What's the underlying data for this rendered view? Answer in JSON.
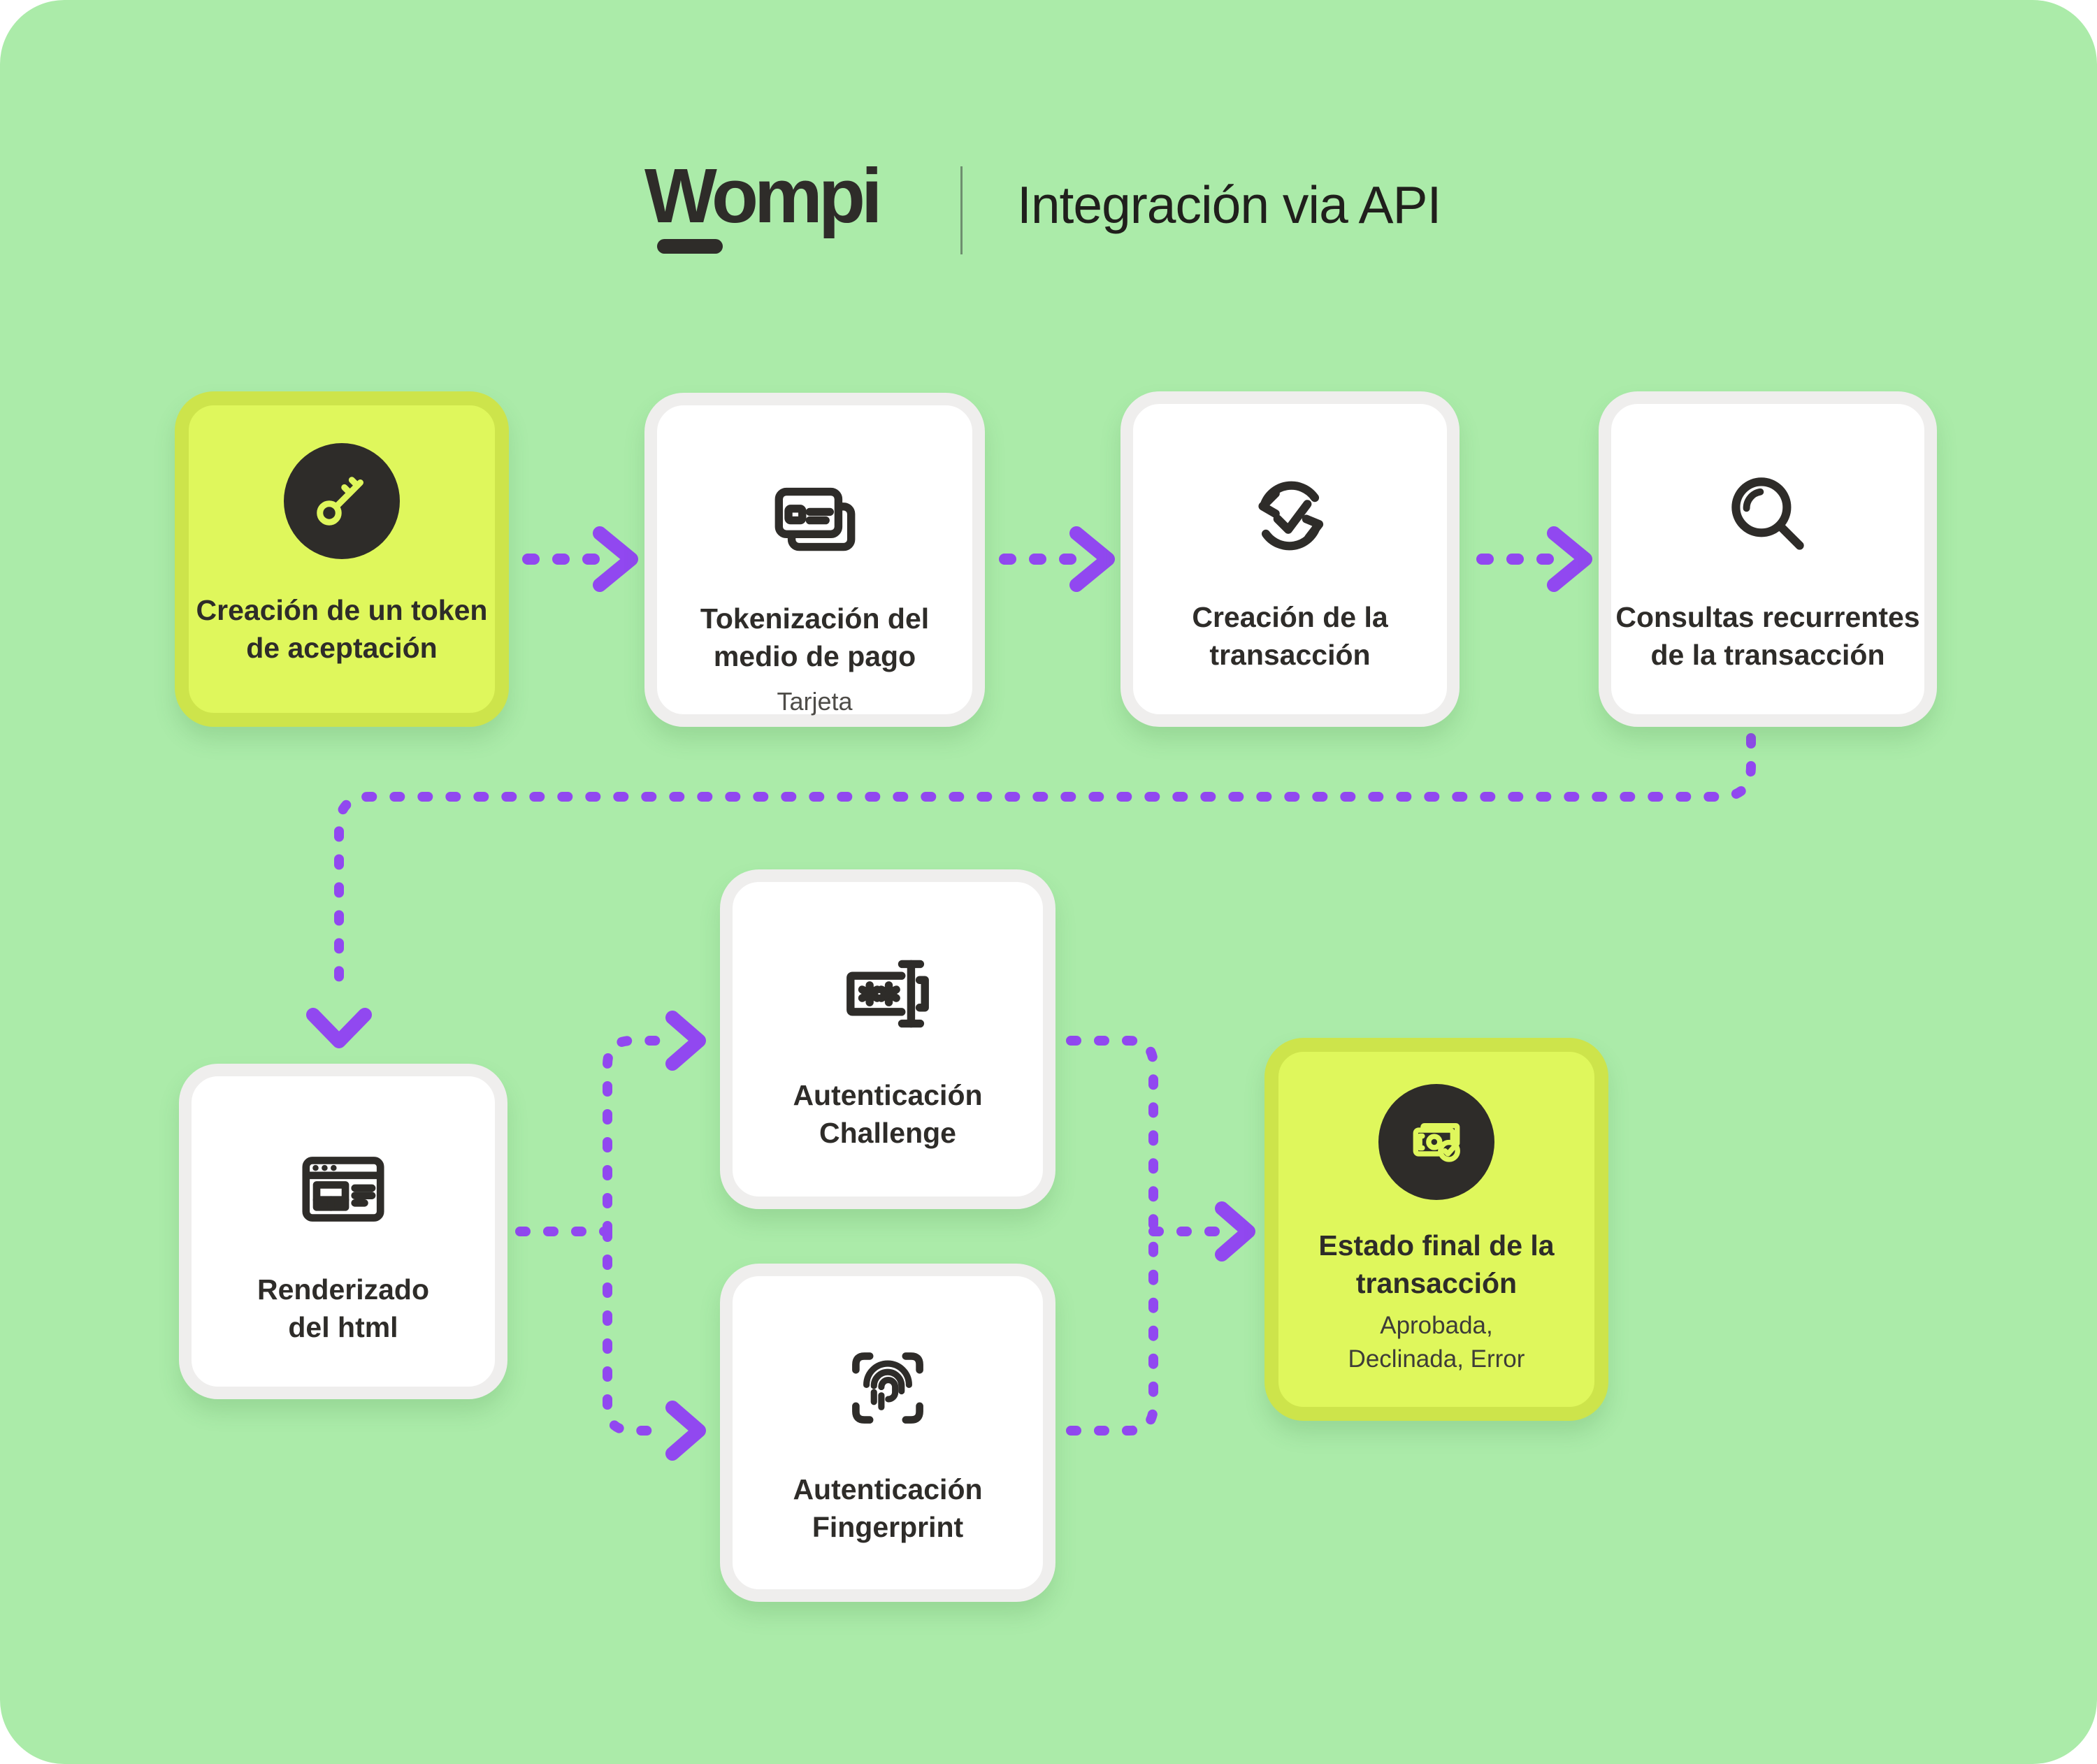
{
  "colors": {
    "page_bg": "#FFFFFF",
    "panel_bg": "#ABEBA9",
    "card_bg": "#FFFFFF",
    "card_border": "#EFEEED",
    "highlight_bg": "#DFF75C",
    "highlight_border": "#CDE44B",
    "ink": "#2E2C29",
    "muted": "#4E4C48",
    "accent": "#9148F0",
    "icon_circle": "#2E2C29",
    "icon_on_circle": "#DFF75C",
    "divider": "#6E8E6F"
  },
  "header": {
    "logo": "Wompi",
    "title": "Integración via API"
  },
  "nodes": {
    "token": {
      "title_lines": [
        "Creación de un token",
        "de aceptación"
      ],
      "icon": "key-icon",
      "highlighted": true
    },
    "tokenizacion": {
      "title_lines": [
        "Tokenización del",
        "medio de pago"
      ],
      "subtitle": "Tarjeta",
      "icon": "payment-cards-icon",
      "highlighted": false
    },
    "creacion": {
      "title_lines": [
        "Creación de la",
        "transacción"
      ],
      "icon": "transaction-sync-icon",
      "highlighted": false
    },
    "consultas": {
      "title_lines": [
        "Consultas recurrentes",
        "de la transacción"
      ],
      "icon": "search-icon",
      "highlighted": false
    },
    "renderizado": {
      "title_lines": [
        "Renderizado",
        "del html"
      ],
      "icon": "browser-window-icon",
      "highlighted": false
    },
    "challenge": {
      "title_lines": [
        "Autenticación",
        "Challenge"
      ],
      "icon": "password-field-icon",
      "highlighted": false
    },
    "fingerprint": {
      "title_lines": [
        "Autenticación",
        "Fingerprint"
      ],
      "icon": "fingerprint-scan-icon",
      "highlighted": false
    },
    "estado": {
      "title_lines": [
        "Estado final de la",
        "transacción"
      ],
      "subtitle_lines": [
        "Aprobada,",
        "Declinada, Error"
      ],
      "icon": "money-approved-icon",
      "highlighted": true
    }
  }
}
